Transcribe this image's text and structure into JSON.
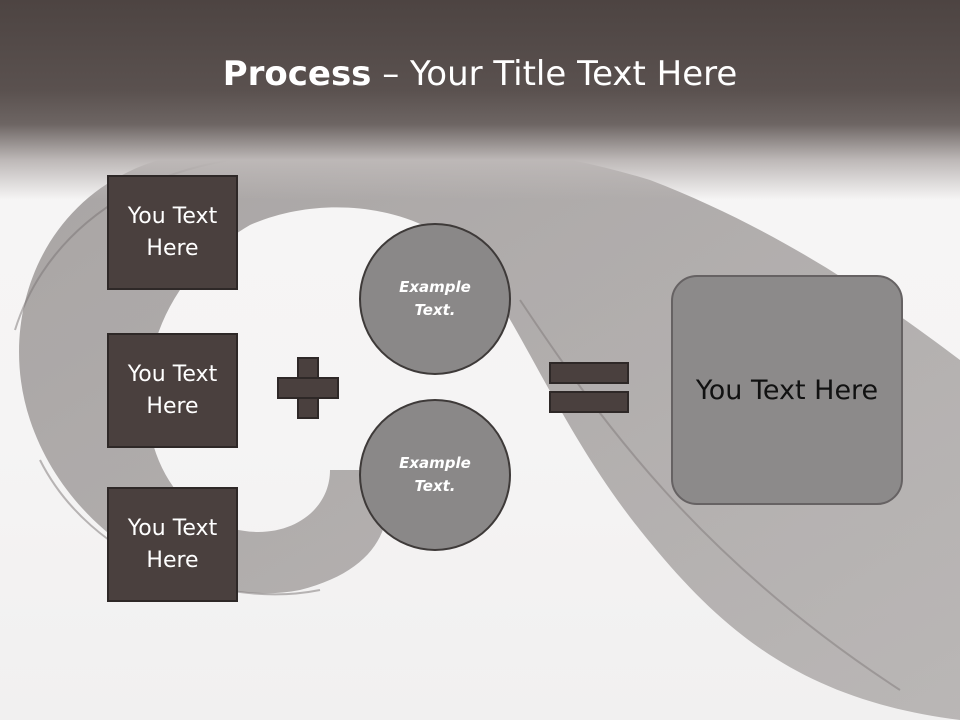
{
  "title": {
    "bold": "Process",
    "rest": " – Your Title Text Here"
  },
  "left_boxes": [
    {
      "line1": "You Text",
      "line2": "Here"
    },
    {
      "line1": "You Text",
      "line2": "Here"
    },
    {
      "line1": "You Text",
      "line2": "Here"
    }
  ],
  "circles": [
    {
      "line1": "Example",
      "line2": "Text."
    },
    {
      "line1": "Example",
      "line2": "Text."
    }
  ],
  "result": {
    "label": "You Text Here"
  },
  "colors": {
    "header": "#4d4442",
    "box": "#4a403e",
    "circle": "#8a8888",
    "result": "#8c8a8a"
  }
}
